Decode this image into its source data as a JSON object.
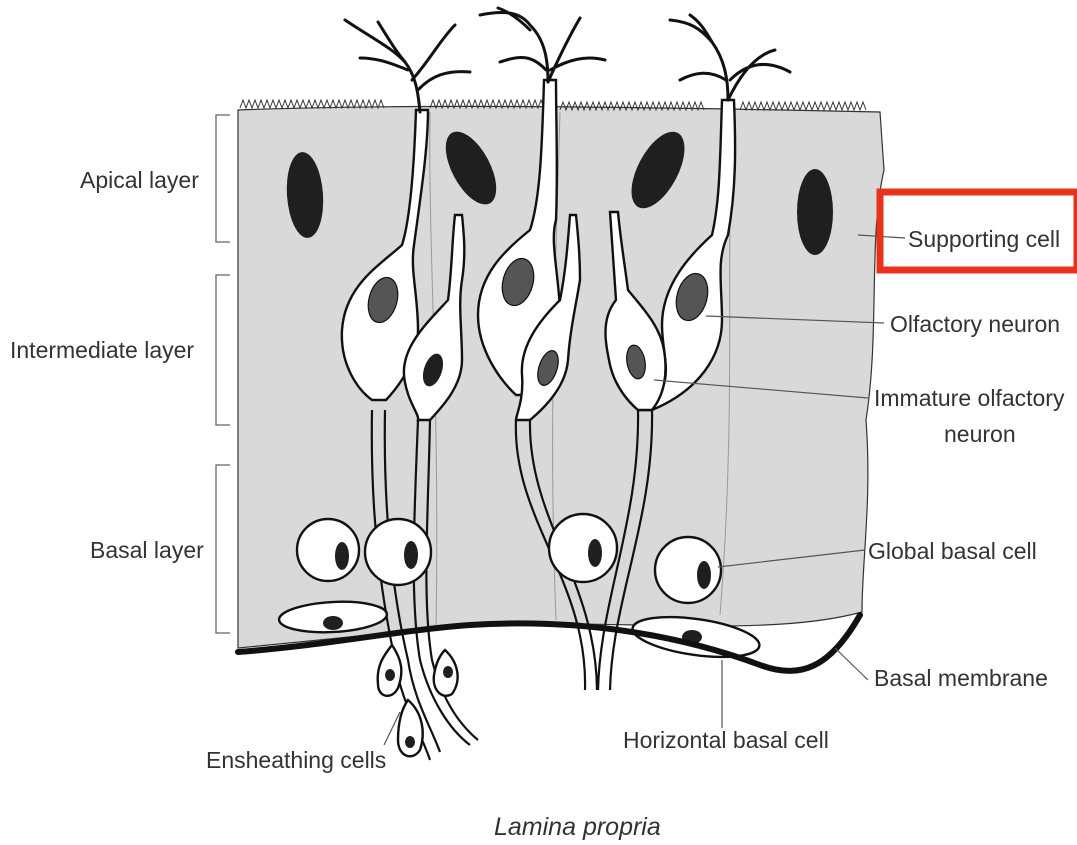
{
  "labels": {
    "apical_layer": "Apical layer",
    "intermediate_layer": "Intermediate layer",
    "basal_layer": "Basal layer",
    "supporting_cell": "Supporting cell",
    "olfactory_neuron": "Olfactory neuron",
    "immature_olfactory_neuron_line1": "Immature olfactory",
    "immature_olfactory_neuron_line2": "neuron",
    "global_basal_cell": "Global basal cell",
    "basal_membrane": "Basal membrane",
    "horizontal_basal_cell": "Horizontal basal cell",
    "ensheathing_cells": "Ensheathing cells",
    "lamina_propria": "Lamina propria"
  },
  "highlight": {
    "target": "supporting_cell",
    "color": "#e8321e"
  },
  "colors": {
    "epithelium": "#d9d9d9",
    "stroke": "#111111",
    "label_text": "#333333"
  }
}
